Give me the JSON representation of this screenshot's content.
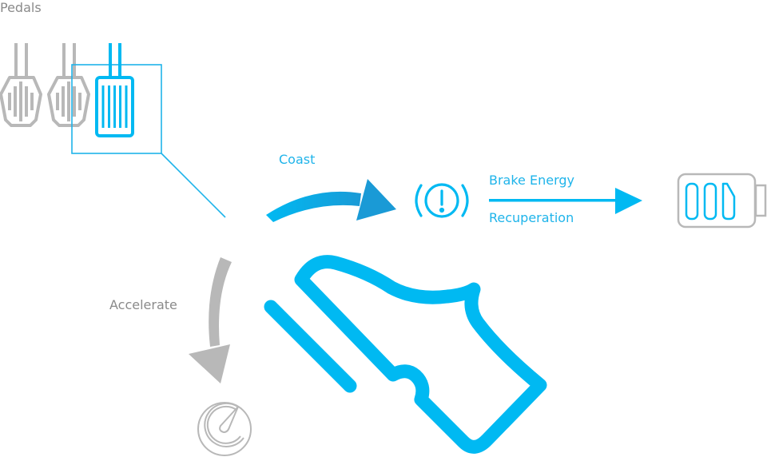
{
  "diagram": {
    "title": "Pedals",
    "labels": {
      "coast": "Coast",
      "brake_energy_line1": "Brake Energy",
      "brake_energy_line2": "Recuperation",
      "accelerate": "Accelerate"
    },
    "pedals": [
      {
        "name": "clutch",
        "state": "inactive"
      },
      {
        "name": "brake",
        "state": "inactive"
      },
      {
        "name": "accelerator",
        "state": "highlighted"
      }
    ],
    "icons": {
      "brake_warning": "brake-warning-icon",
      "battery": "battery-icon",
      "speedometer": "speedometer-icon",
      "foot": "shoe-icon"
    },
    "battery_cells_filled": 3,
    "colors": {
      "accent": "#00b9f2",
      "accent_dark": "#1a9ad6",
      "inactive": "#b8b8b8",
      "text_gray": "#8a8a8a"
    }
  }
}
